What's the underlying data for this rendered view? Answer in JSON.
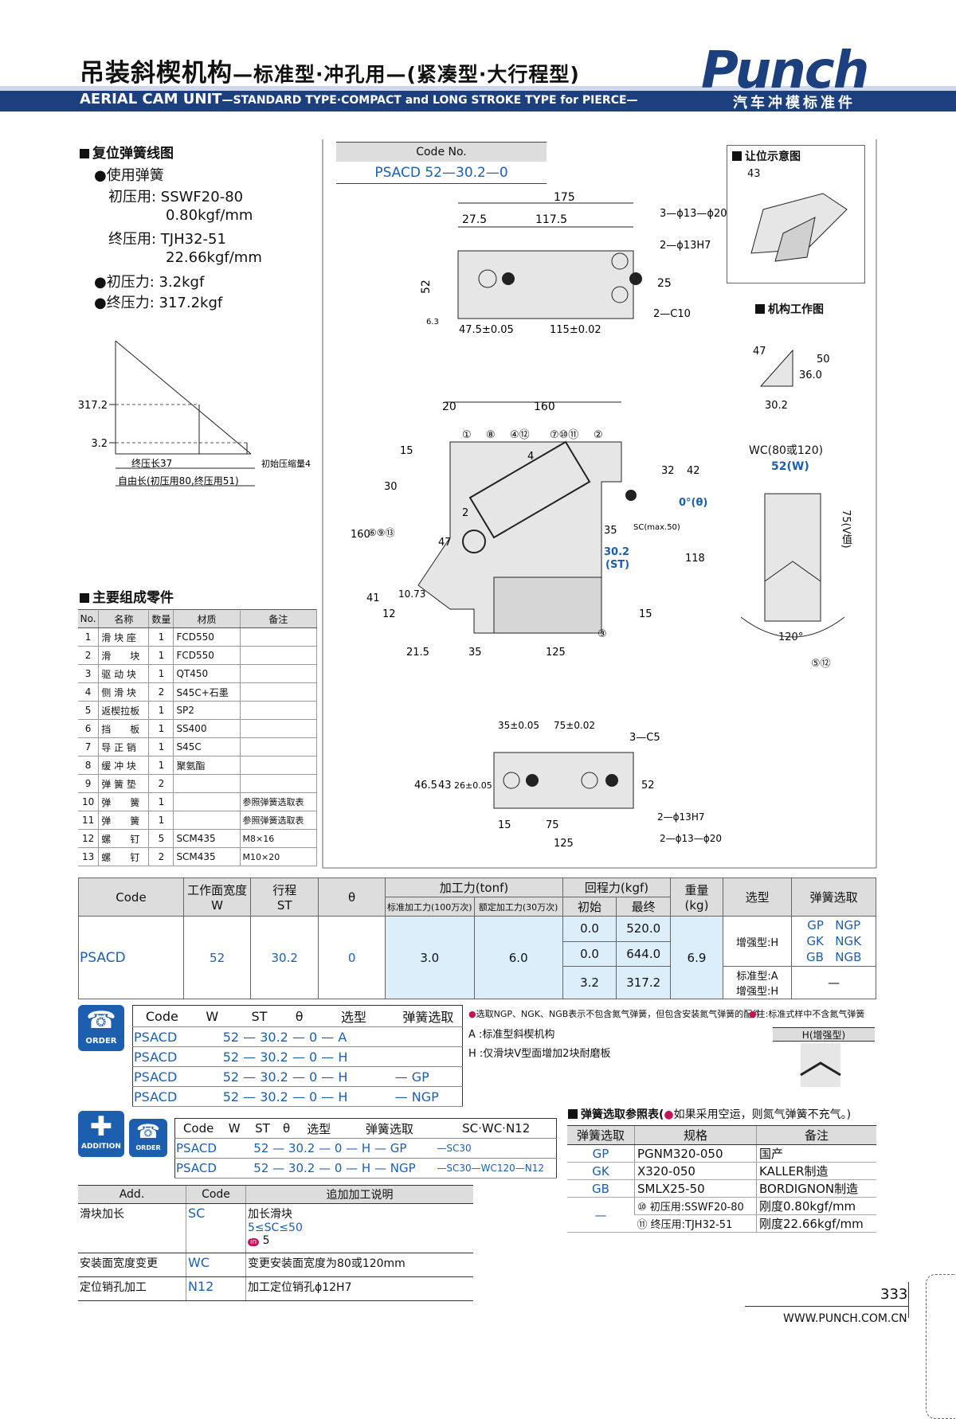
{
  "header": {
    "title_zh_main": "吊装斜楔机构",
    "title_zh_sub": "—标准型·冲孔用—(紧凑型·大行程型)",
    "title_en_main": "AERIAL CAM UNIT",
    "title_en_sub": "—STANDARD TYPE·COMPACT and LONG STROKE TYPE for PIERCE—",
    "logo": "Punch",
    "logo_sub": "汽车冲模标准件"
  },
  "spring": {
    "section": "复位弹簧线图",
    "use_label": "●使用弹簧",
    "initial_label": "初压用: SSWF20-80",
    "initial_rate": "0.80kgf/mm",
    "final_label": "终压用: TJH32-51",
    "final_rate": "22.66kgf/mm",
    "initial_force": "●初压力: 3.2kgf",
    "final_force": "●终压力: 317.2kgf",
    "chart_y_high": "317.2",
    "chart_y_low": "3.2",
    "chart_final_len": "终压长37",
    "chart_initial_comp": "初始压缩量4",
    "chart_free_len": "自由长(初压用80,终压用51)"
  },
  "code_box": {
    "label": "Code No.",
    "value": "PSACD 52—30.2—0"
  },
  "dims_top": {
    "d175": "175",
    "d27_5": "27.5",
    "d117_5": "117.5",
    "holes1": "3—ϕ13—ϕ20",
    "holes2": "2—ϕ13H7",
    "d52": "52",
    "d25": "25",
    "c10": "2—C10",
    "d47_5": "47.5±0.05",
    "d115": "115±0.02",
    "r63": "6.3"
  },
  "dims_mid": {
    "d20": "20",
    "d160": "160",
    "d15": "15",
    "d30": "30",
    "d160v": "160",
    "d32": "32",
    "d42": "42",
    "theta": "0°(θ)",
    "d35": "35",
    "sc": "SC(max.50)",
    "st_val": "30.2",
    "st_label": "(ST)",
    "d118": "118",
    "d47": "47",
    "d2": "2",
    "d4": "4",
    "d41": "41",
    "d10_73": "10.73",
    "d12": "12",
    "d15b": "15",
    "d21_5": "21.5",
    "d35b": "35",
    "d125": "125",
    "parts_top": [
      "①",
      "⑧",
      "④⑫",
      "⑦⑩⑪",
      "②"
    ],
    "parts_left": "⑥⑨⑬",
    "parts_bottom": "③"
  },
  "dims_bottom": {
    "d35": "35±0.05",
    "d75": "75±0.02",
    "c5": "3—C5",
    "d46_5": "46.5",
    "d43": "43",
    "d26": "26±0.05",
    "d52": "52",
    "holes1": "2—ϕ13H7",
    "holes2": "2—ϕ13—ϕ20",
    "d15": "15",
    "d75b": "75",
    "d125": "125"
  },
  "clearance": {
    "title": "让位示意图",
    "d43": "43"
  },
  "working": {
    "title": "机构工作图",
    "d47": "47",
    "d36": "36.0",
    "d50": "50",
    "d30_2": "30.2"
  },
  "side_view": {
    "wc": "WC(80或120)",
    "w": "52(W)",
    "v": "75(V值)",
    "angle": "120°",
    "parts": "⑤⑫"
  },
  "parts_table": {
    "section": "主要组成零件",
    "headers": [
      "No.",
      "名称",
      "数量",
      "材质",
      "备注"
    ],
    "rows": [
      [
        "1",
        "滑 块 座",
        "1",
        "FCD550",
        ""
      ],
      [
        "2",
        "滑　　块",
        "1",
        "FCD550",
        ""
      ],
      [
        "3",
        "驱 动 块",
        "1",
        "QT450",
        ""
      ],
      [
        "4",
        "侧 滑 块",
        "2",
        "S45C+石墨",
        ""
      ],
      [
        "5",
        "返楔拉板",
        "1",
        "SP2",
        ""
      ],
      [
        "6",
        "挡　　板",
        "1",
        "SS400",
        ""
      ],
      [
        "7",
        "导 正 销",
        "1",
        "S45C",
        ""
      ],
      [
        "8",
        "缓 冲 块",
        "1",
        "聚氨酯",
        ""
      ],
      [
        "9",
        "弹 簧 垫",
        "2",
        "",
        ""
      ],
      [
        "10",
        "弹　　簧",
        "1",
        "",
        "参照弹簧选取表"
      ],
      [
        "11",
        "弹　　簧",
        "1",
        "",
        "参照弹簧选取表"
      ],
      [
        "12",
        "螺　　钉",
        "5",
        "SCM435",
        "M8×16"
      ],
      [
        "13",
        "螺　　钉",
        "2",
        "SCM435",
        "M10×20"
      ]
    ]
  },
  "spec_table": {
    "h_code": "Code",
    "h_w": "工作面宽度",
    "h_w2": "W",
    "h_st": "行程",
    "h_st2": "ST",
    "h_theta": "θ",
    "h_force": "加工力(tonf)",
    "h_force_std": "标准加工力(100万次)",
    "h_force_rated": "额定加工力(30万次)",
    "h_return": "回程力(kgf)",
    "h_return_init": "初始",
    "h_return_final": "最终",
    "h_weight": "重量",
    "h_weight2": "(kg)",
    "h_type": "选型",
    "h_spring": "弹簧选取",
    "code": "PSACD",
    "w": "52",
    "st": "30.2",
    "theta": "0",
    "force_std": "3.0",
    "force_rated": "6.0",
    "return_rows": [
      [
        "0.0",
        "520.0"
      ],
      [
        "0.0",
        "644.0"
      ],
      [
        "3.2",
        "317.2"
      ]
    ],
    "weight": "6.9",
    "type_h": "增强型:H",
    "type_a": "标准型:A",
    "type_h2": "增强型:H",
    "spring_rows": [
      [
        "GP",
        "NGP"
      ],
      [
        "GK",
        "NGK"
      ],
      [
        "GB",
        "NGB"
      ]
    ],
    "spring_none": "—"
  },
  "order_table": {
    "icon": "ORDER",
    "headers": [
      "Code",
      "W",
      "ST",
      "θ",
      "选型",
      "弹簧选取"
    ],
    "rows": [
      [
        "PSACD",
        "52 — 30.2 — 0 — A",
        ""
      ],
      [
        "PSACD",
        "52 — 30.2 — 0 — H",
        ""
      ],
      [
        "PSACD",
        "52 — 30.2 — 0 — H",
        "— GP"
      ],
      [
        "PSACD",
        "52 — 30.2 — 0 — H",
        "— NGP"
      ]
    ],
    "note1": "选取NGP、NGK、NGB表示不包含氮气弹簧，但包含安装氮气弹簧的配件",
    "note2": "注:标准式样中不含氮气弹簧",
    "note_a": "A :标准型斜楔机构",
    "note_h": "H :仅滑块V型面增加2块耐磨板",
    "h_box": "H(增强型)"
  },
  "add_order": {
    "icon_add": "ADDITION",
    "icon_order": "ORDER",
    "headers": [
      "Code",
      "W",
      "ST",
      "θ",
      "选型",
      "弹簧选取",
      "SC·WC·N12"
    ],
    "rows": [
      [
        "PSACD",
        "52 — 30.2 — 0 — H — GP",
        "—SC30"
      ],
      [
        "PSACD",
        "52 — 30.2 — 0 — H — NGP",
        "—SC30—WC120—N12"
      ]
    ]
  },
  "add_table": {
    "headers": [
      "Add.",
      "Code",
      "追加加工说明"
    ],
    "rows": [
      [
        "滑块加长",
        "SC",
        "加长滑块",
        "5≤SC≤50",
        "5"
      ],
      [
        "安装面宽度变更",
        "WC",
        "变更安装面宽度为80或120mm"
      ],
      [
        "定位销孔加工",
        "N12",
        "加工定位销孔ϕ12H7"
      ]
    ]
  },
  "spring_select": {
    "section": "弹簧选取参照表(",
    "section_note": "如果采用空运，则氮气弹簧不充气。)",
    "headers": [
      "弹簧选取",
      "规格",
      "备注"
    ],
    "rows": [
      [
        "GP",
        "PGNM320-050",
        "国产"
      ],
      [
        "GK",
        "X320-050",
        "KALLER制造"
      ],
      [
        "GB",
        "SMLX25-50",
        "BORDIGNON制造"
      ],
      [
        "—",
        "⑩ 初压用:SSWF20-80",
        "刚度0.80kgf/mm"
      ],
      [
        "",
        "⑪ 终压用:TJH32-51",
        "刚度22.66kgf/mm"
      ]
    ]
  },
  "footer": {
    "page": "333",
    "url": "WWW.PUNCH.COM.CN"
  },
  "colors": {
    "brand": "#1c3f7e",
    "blue_text": "#1c5fae",
    "cell_blue": "#dceefa"
  }
}
